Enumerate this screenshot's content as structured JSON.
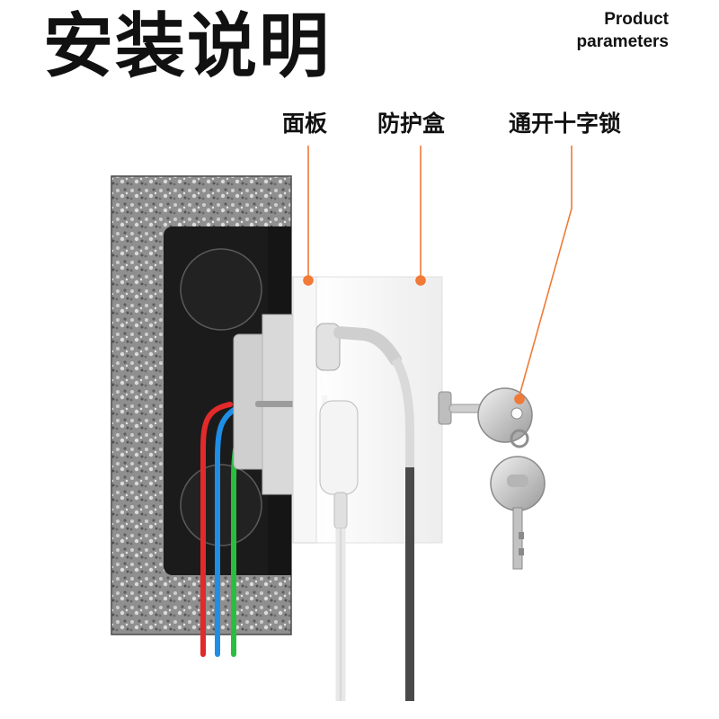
{
  "header": {
    "title": "安装说明",
    "subtitle_line1": "Product",
    "subtitle_line2": "parameters"
  },
  "callouts": [
    {
      "id": "panel",
      "label": "面板"
    },
    {
      "id": "protective-box",
      "label": "防护盒"
    },
    {
      "id": "cross-lock",
      "label": "通开十字锁"
    }
  ],
  "colors": {
    "leader": "#f07a36",
    "wire_red": "#e32a2a",
    "wire_blue": "#1e8ee6",
    "wire_green": "#2bbd3f",
    "wall": "#8a8a8a",
    "junction_box": "#1b1b1b",
    "cover": "#f3f3f3"
  },
  "icons": [
    "wall-texture",
    "junction-box",
    "socket-panel",
    "protective-cover",
    "plug-icon",
    "key-icon"
  ]
}
